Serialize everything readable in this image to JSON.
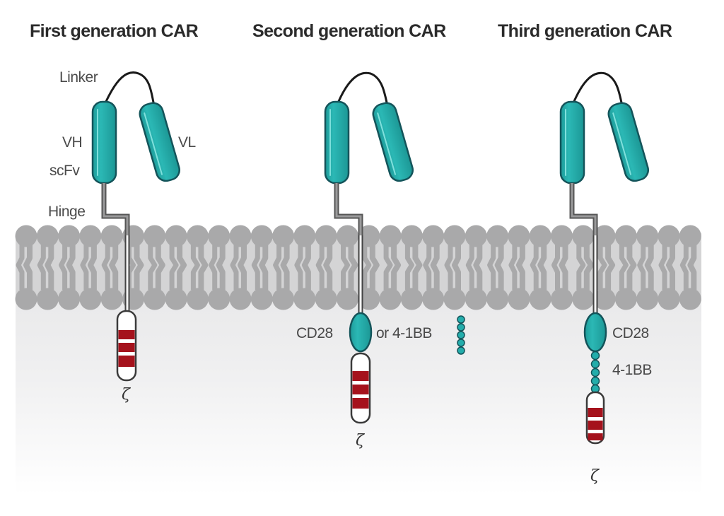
{
  "colors": {
    "domain_fill": "#23adab",
    "domain_stroke": "#14545a",
    "domain_highlight": "#7fe0dc",
    "itam_red": "#a5121c",
    "membrane_gray": "#a9a9aa",
    "cytoplasm_gray": "#e7e7e8",
    "hinge_gray": "#8f8f90",
    "text": "#4a4a4a",
    "title_text": "#2b2b2b"
  },
  "panels": [
    {
      "title": "First generation CAR",
      "labels": {
        "linker": "Linker",
        "vh": "VH",
        "vl": "VL",
        "scfv": "scFv",
        "hinge": "Hinge"
      },
      "costimulatory": [],
      "signaling": "ζ"
    },
    {
      "title": "Second generation CAR",
      "labels": {
        "cd28": "CD28",
        "or_4_1bb": "or 4-1BB"
      },
      "costimulatory": [
        "CD28",
        "4-1BB"
      ],
      "signaling": "ζ"
    },
    {
      "title": "Third generation CAR",
      "labels": {
        "cd28": "CD28",
        "4_1bb": "4-1BB"
      },
      "costimulatory": [
        "CD28",
        "4-1BB"
      ],
      "signaling": "ζ"
    }
  ]
}
